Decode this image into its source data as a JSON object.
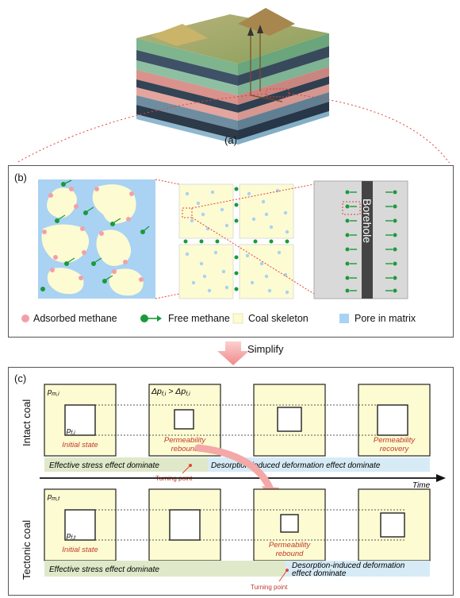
{
  "panel_a": {
    "label": "(a)"
  },
  "panel_b": {
    "label": "(b)",
    "borehole": "Borehole",
    "legend": [
      {
        "label": "Adsorbed methane",
        "icon": "adsorbed-methane-dot-icon",
        "color": "#f2a0a8"
      },
      {
        "label": "Free methane",
        "icon": "free-methane-arrow-icon",
        "color": "#1a9a3a"
      },
      {
        "label": "Coal skeleton",
        "icon": "coal-skeleton-swatch-icon",
        "color": "#fdfbd2"
      },
      {
        "label": "Pore in matrix",
        "icon": "pore-swatch-icon",
        "color": "#a9d2f3"
      }
    ]
  },
  "simplify": {
    "label": "Simplify"
  },
  "panel_c": {
    "label": "(c)",
    "intact_label": "Intact coal",
    "tectonic_label": "Tectonic coal",
    "intact": {
      "pm_label": "p",
      "pm_sub": "m,i",
      "pf_label": "p",
      "pf_sub": "f,i",
      "delta_text": "Δp",
      "delta_sub1": "f,i",
      "delta_gt": " > Δp",
      "delta_sub2": "f,i",
      "states": [
        "Initial state",
        "Permeability\nrebound",
        "",
        "Permeability\nrecovery"
      ],
      "bar_left": "Effective stress effect dominate",
      "bar_right": "Desorption-induced deformation effect dominate",
      "turning": "Turning point"
    },
    "time_label": "Time",
    "tectonic": {
      "pm_label": "p",
      "pm_sub": "m,t",
      "pf_label": "p",
      "pf_sub": "f,t",
      "states": [
        "Initial state",
        "",
        "Permeability\nrebound",
        ""
      ],
      "bar_left": "Effective stress effect dominate",
      "bar_right_1": "Desorption-induced deformation",
      "bar_right_2": "effect dominate",
      "turning": "Turning point"
    }
  },
  "colors": {
    "coal": "#fdfbd2",
    "pore": "#a9d2f3",
    "green": "#1a9a3a",
    "pink": "#f2a0a8",
    "bar_green": "#dfe9c9",
    "bar_blue": "#d6ebf6",
    "red_text": "#c0392b"
  }
}
